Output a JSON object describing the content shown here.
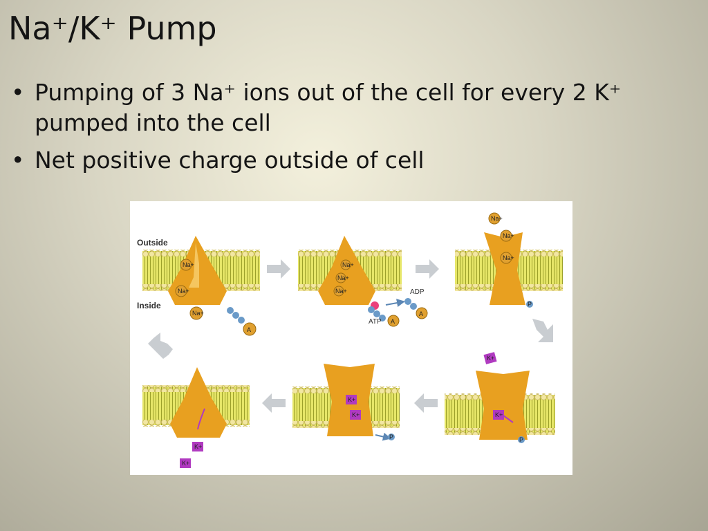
{
  "slide": {
    "title": "Na⁺/K⁺ Pump",
    "bullets": [
      "Pumping of 3 Na⁺ ions out of the cell for every 2 K⁺ pumped into the cell",
      "Net positive charge outside of cell"
    ]
  },
  "diagram": {
    "label_outside": "Outside",
    "label_inside": "Inside",
    "na": "Na+",
    "k": "K+",
    "p": "P",
    "a": "A",
    "atp": "ATP",
    "adp": "ADP",
    "colors": {
      "protein": "#e8a020",
      "membrane": "#e6e668",
      "head": "#f2e7a2",
      "potassium": "#b03ac0",
      "phosphate": "#6a9ac8",
      "arrow": "#c9cdd1"
    }
  }
}
